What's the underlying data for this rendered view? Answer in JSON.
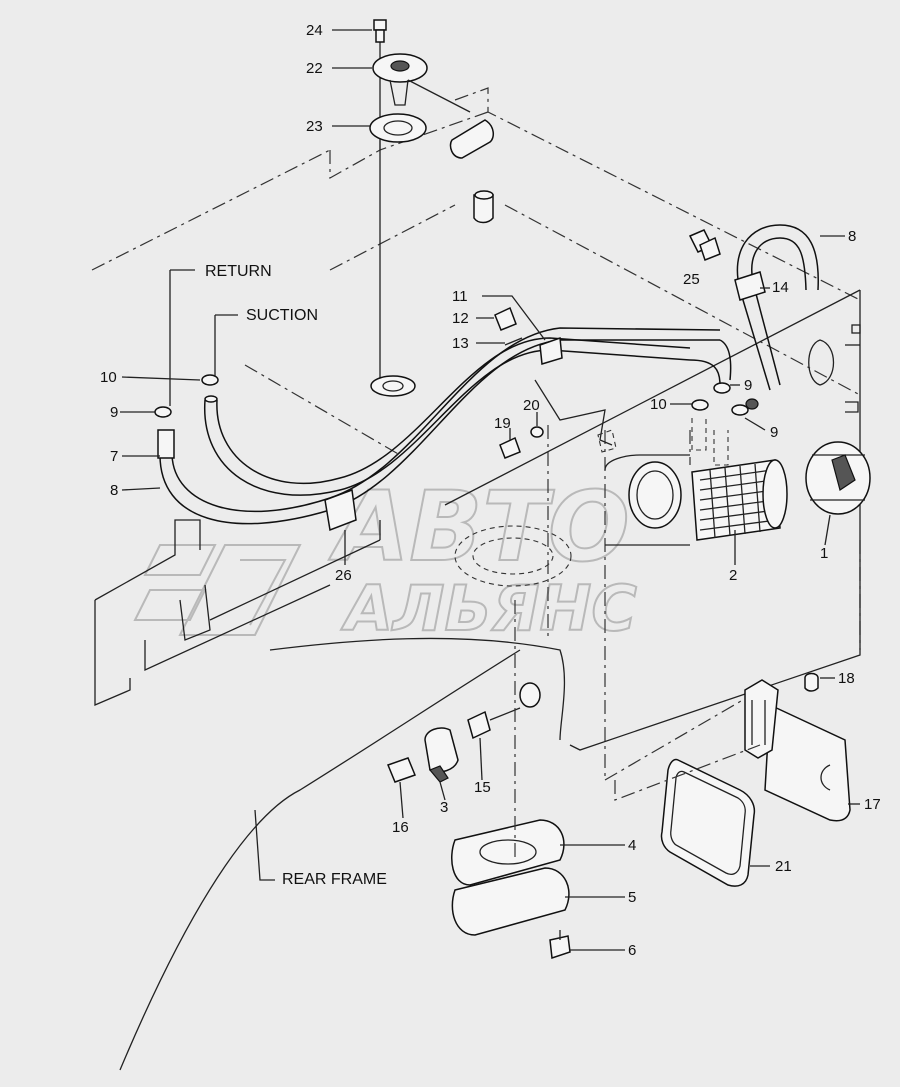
{
  "labels": {
    "p24": "24",
    "p22": "22",
    "p23": "23",
    "p8a": "8",
    "p25": "25",
    "p14": "14",
    "p11": "11",
    "p12": "12",
    "p13": "13",
    "p10a": "10",
    "p9a": "9",
    "p7": "7",
    "p8b": "8",
    "p9b": "9",
    "p10b": "10",
    "p9c": "9",
    "p19": "19",
    "p20": "20",
    "p26": "26",
    "p2": "2",
    "p1": "1",
    "p18": "18",
    "p3": "3",
    "p15": "15",
    "p16": "16",
    "p4": "4",
    "p5": "5",
    "p6": "6",
    "p17": "17",
    "p21": "21"
  },
  "words": {
    "return": "RETURN",
    "suction": "SUCTION",
    "rear_frame": "REAR FRAME"
  },
  "watermark": {
    "line1": "АВТО",
    "line2": "АЛЬЯНС"
  }
}
